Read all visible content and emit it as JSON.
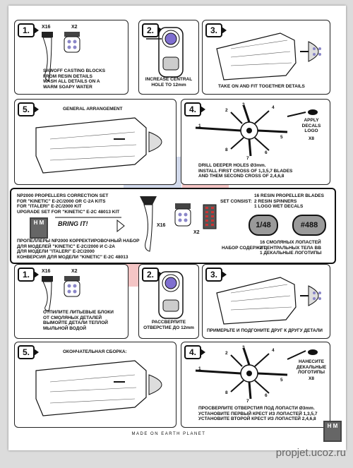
{
  "steps_top": {
    "s1": {
      "num": "1.",
      "qty_a": "X16",
      "qty_b": "X2",
      "text": "SAWOFF CASTING BLOCKS\nFROM RESIN DETAILS\nWASH ALL DETAILS ON A\nWARM SOAPY WATER"
    },
    "s2": {
      "num": "2.",
      "text": "INCREASE CENTRAL\nHOLE  TO 12mm"
    },
    "s3": {
      "num": "3.",
      "text": "TAKE ON AND FIT TOGETHER DETAILS"
    },
    "s4": {
      "num": "4.",
      "decal_text": "APPLY\nDECALS\nLOGO",
      "decal_qty": "X8",
      "text": "DRILL DEEPER HOLES Ø3mm.\nINSTALL FIRST CROSS OF 1,3,5,7 BLADES\nAND THEM SECOND CROSS OF 2,4,6,8",
      "blades": [
        "1",
        "2",
        "3",
        "4",
        "5",
        "6",
        "7",
        "8"
      ]
    },
    "s5": {
      "num": "5.",
      "text": "GENERAL ARRANGEMENT"
    }
  },
  "middle": {
    "en_title": "NP2000 PROPELLERS CORRECTION SET\nFOR \"KINETIC\" E-2C/2000 OR C-2A KITS\nFOR \"ITALERI\" E-2C/2000 KIT\nUPGRADE SET FOR \"KINETIC\" E-2C 48013 KIT",
    "ru_title": "ПРОПЕЛЛЕРЫ NP2000 КОРРЕКТИРОВОЧНЫЙ НАБОР\nДЛЯ МОДЕЛЕЙ \"KINETIC\" E-2C/2000 И C-2A\nДЛЯ МОДЕЛИ \"ITALERI\" E-2C/2000\nКОНВЕРСИЯ ДЛЯ МОДЕЛИ \"KINETIC\" E-2C 48013",
    "set_consist_label": "SET CONSIST:",
    "set_consist": "16 RESIN PROPELLER BLADES\n2  RESIN SPINNERS\n1  LOGO WET DECALS",
    "ru_consist_label": "НАБОР СОДЕРЖИТ:",
    "ru_consist": "16 СМОЛЯНЫХ ЛОПАСТЕЙ\n2  ЦЕНТРАЛЬНЫХ ТЕЛА ВВ\n1  ДЕКАЛЬНЫЕ ЛОГОТИПЫ",
    "scale": "1/48",
    "set_no": "#488",
    "qty_a": "X16",
    "qty_b": "X2",
    "brand": "BRING  IT!",
    "logo": "H\nM"
  },
  "steps_bottom": {
    "s1": {
      "num": "1.",
      "qty_a": "X16",
      "qty_b": "X2",
      "text": "ОТПИЛИТЕ ЛИТЬЕВЫЕ БЛОКИ\nОТ СМОЛЯНЫХ ДЕТАЛЕЙ\nВЫМОЙТЕ ДЕТАЛИ ТЕПЛОЙ\nМЫЛЬНОЙ ВОДОЙ"
    },
    "s2": {
      "num": "2.",
      "text": "РАССВЕРЛИТЕ\nОТВЕРСТИЕ ДО 12mm"
    },
    "s3": {
      "num": "3.",
      "text": "ПРИМЕРЬТЕ И ПОДГОНИТЕ ДРУГ К ДРУГУ ДЕТАЛИ"
    },
    "s4": {
      "num": "4.",
      "decal_text": "НАНЕСИТЕ\nДЕКАЛЬНЫЕ\nЛОГОТИПЫ",
      "decal_qty": "X8",
      "text": "ПРОСВЕРЛИТЕ ОТВЕРСТИЯ ПОД ЛОПАСТИ Ø3mm.\nУСТАНОВИТЕ ПЕРВЫЙ КРЕСТ ИЗ ЛОПАСТЕЙ 1,3,5,7\nУСТАНОВИТЕ ВТОРОЙ КРЕСТ ИЗ ЛОПАСТЕЙ 2,4,6,8",
      "blades": [
        "1",
        "2",
        "3",
        "4",
        "5",
        "6",
        "7",
        "8"
      ]
    },
    "s5": {
      "num": "5.",
      "text": "ОКОНЧАТЕЛЬНАЯ СБОРКА:"
    }
  },
  "footer": "MADE ON EARTH PLANET",
  "footer_logo": "H\nM",
  "url": "propjet.ucoz.ru",
  "colors": {
    "lens": "#7f6fd0",
    "decal": "#8a86c8",
    "watermark_blue": "#7d96c8",
    "watermark_red": "#e05858"
  }
}
